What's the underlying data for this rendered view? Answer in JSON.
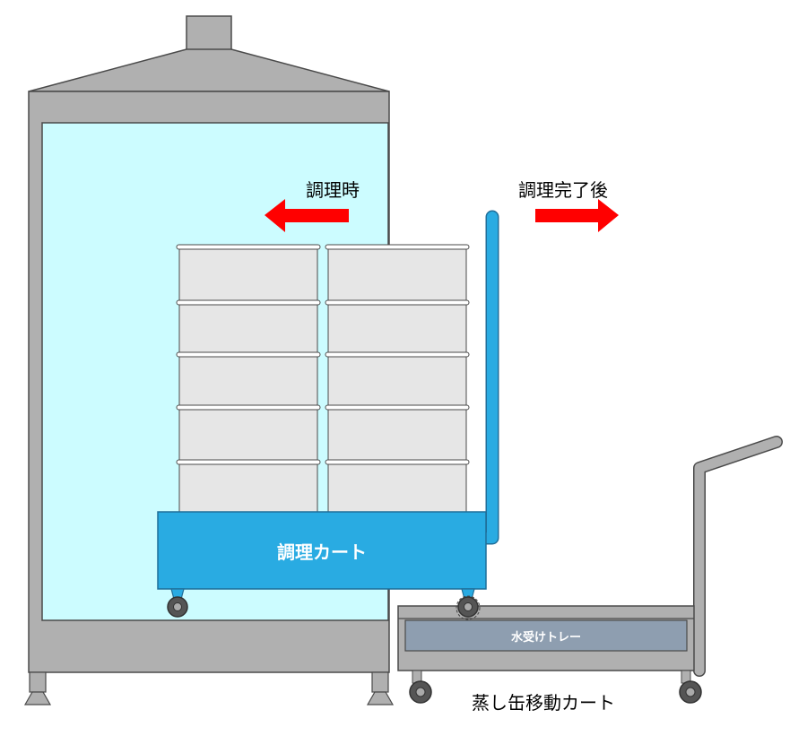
{
  "labels": {
    "cooking_time": "調理時",
    "after_cooking": "調理完了後",
    "cooking_cart": "調理カート",
    "drip_tray": "水受けトレー",
    "steam_can_cart": "蒸し缶移動カート"
  },
  "colors": {
    "cabinet": "#b0b0b0",
    "chamber": "#ccfcff",
    "cart": "#29abe2",
    "can": "#e6e6e6",
    "tray": "#8e9eb0",
    "arrow": "#ff0000",
    "outline": "#4a4a4a"
  }
}
